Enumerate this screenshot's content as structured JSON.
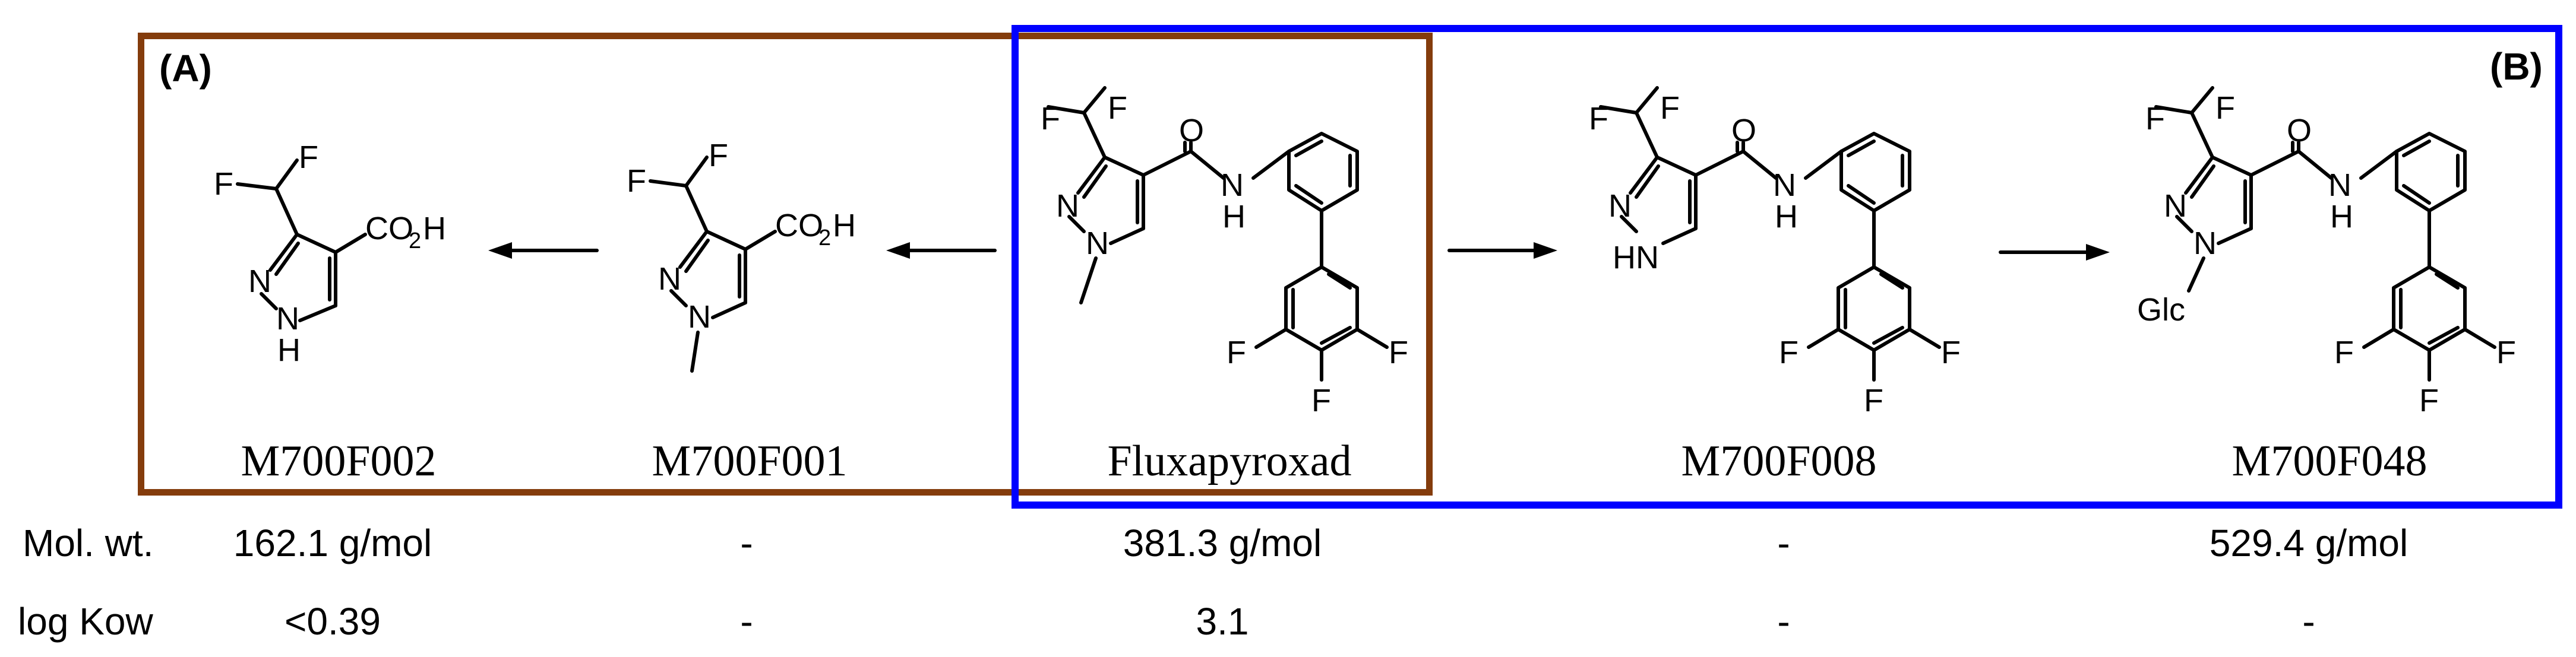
{
  "panels": {
    "a_label": "(A)",
    "b_label": "(B)",
    "a_color": "#843c0c",
    "b_color": "#0000ff"
  },
  "compounds": [
    {
      "name": "M700F002",
      "mol_wt": "162.1 g/mol",
      "log_kow": "<0.39"
    },
    {
      "name": "M700F001",
      "mol_wt": "-",
      "log_kow": "-"
    },
    {
      "name": "Fluxapyroxad",
      "mol_wt": "381.3 g/mol",
      "log_kow": "3.1"
    },
    {
      "name": "M700F008",
      "mol_wt": "-",
      "log_kow": "-"
    },
    {
      "name": "M700F048",
      "mol_wt": "529.4 g/mol",
      "log_kow": "-"
    }
  ],
  "row_labels": {
    "mol_wt": "Mol. wt.",
    "log_kow": "log Kow"
  },
  "atoms": {
    "F": "F",
    "O": "O",
    "N": "N",
    "H": "H",
    "NH": "NH",
    "HN": "HN",
    "CO": "CO",
    "two": "2",
    "Glc": "Glc"
  }
}
